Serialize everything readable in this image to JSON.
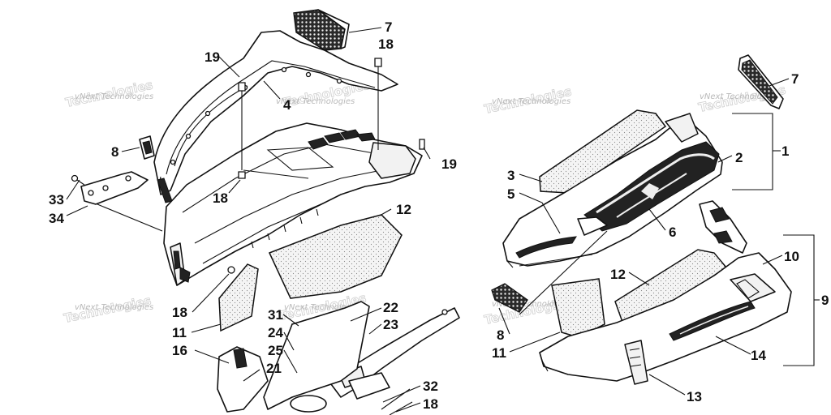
{
  "watermark": {
    "text": "vNext Technologies"
  },
  "callouts": {
    "left": {
      "c7": "7",
      "c18a": "18",
      "c19a": "19",
      "c4": "4",
      "c8": "8",
      "c19b": "19",
      "c33": "33",
      "c34": "34",
      "c18b": "18",
      "c12": "12",
      "c18c": "18",
      "c11": "11",
      "c16": "16",
      "c31": "31",
      "c24": "24",
      "c25": "25",
      "c21": "21",
      "c22": "22",
      "c23": "23",
      "c32": "32",
      "c18d": "18"
    },
    "right": {
      "c7": "7",
      "c1": "1",
      "c2": "2",
      "c3": "3",
      "c5": "5",
      "c6": "6",
      "c12": "12",
      "c10": "10",
      "c9": "9",
      "c8": "8",
      "c11": "11",
      "c14": "14",
      "c13": "13"
    }
  }
}
